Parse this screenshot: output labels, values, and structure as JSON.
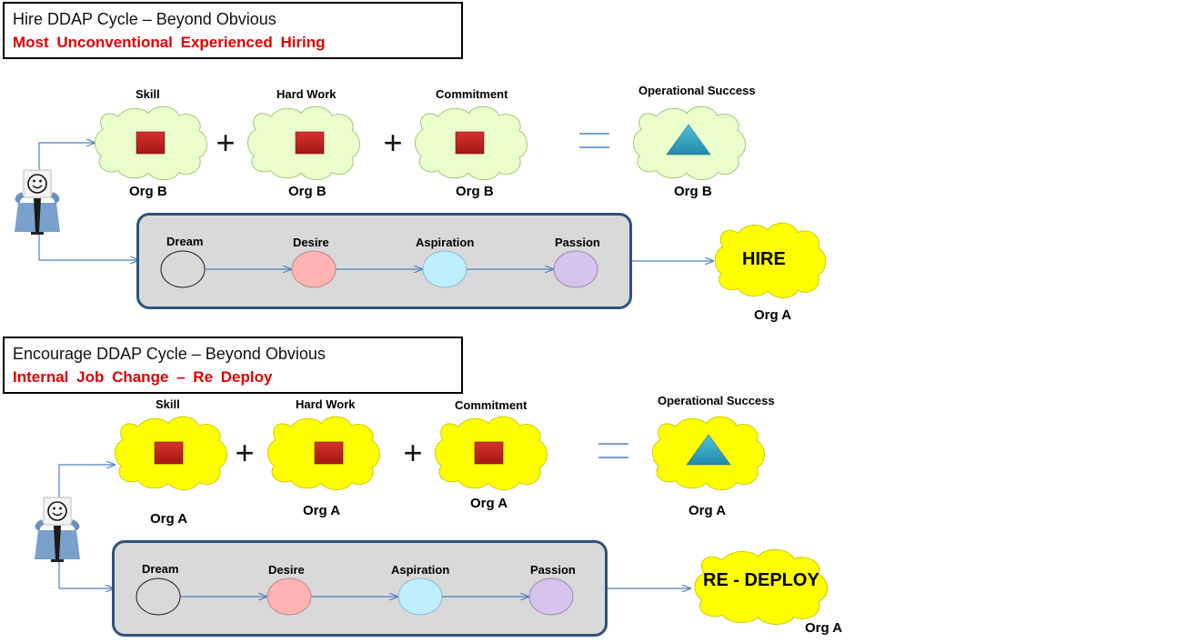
{
  "colors": {
    "cloud_green": "#eaffcc",
    "cloud_yellow": "#ffff00",
    "square_red": "#c0201e",
    "triangle_teal": "#31a3c1",
    "process_bg": "#d9d9d9",
    "process_border": "#2f527f",
    "arrow_blue": "#4f81bd",
    "subtitle_red": "#e00000",
    "circle_dream": "#d9d9d9",
    "circle_desire": "#ffb3b3",
    "circle_aspiration": "#bfefff",
    "circle_passion": "#d6c4ee"
  },
  "section1": {
    "title": "Hire DDAP Cycle – Beyond Obvious",
    "subtitle": "Most Unconventional  Experienced  Hiring",
    "clouds": [
      {
        "top_label": "Skill",
        "org": "Org B",
        "shape": "square-icon"
      },
      {
        "top_label": "Hard Work",
        "org": "Org B",
        "shape": "square-icon"
      },
      {
        "top_label": "Commitment",
        "org": "Org B",
        "shape": "square-icon"
      },
      {
        "top_label": "Operational Success",
        "org": "Org B",
        "shape": "triangle-icon"
      }
    ],
    "plus": "+",
    "equals": "=",
    "stages": [
      "Dream",
      "Desire",
      "Aspiration",
      "Passion"
    ],
    "outcome": "HIRE",
    "outcome_org": "Org A"
  },
  "section2": {
    "title": "Encourage DDAP Cycle – Beyond Obvious",
    "subtitle": "Internal Job Change – Re Deploy",
    "clouds": [
      {
        "top_label": "Skill",
        "org": "Org A",
        "shape": "square-icon"
      },
      {
        "top_label": "Hard Work",
        "org": "Org A",
        "shape": "square-icon"
      },
      {
        "top_label": "Commitment",
        "org": "Org A",
        "shape": "square-icon"
      },
      {
        "top_label": "Operational Success",
        "org": "Org A",
        "shape": "triangle-icon"
      }
    ],
    "plus": "+",
    "equals": "=",
    "stages": [
      "Dream",
      "Desire",
      "Aspiration",
      "Passion"
    ],
    "outcome": "RE - DEPLOY",
    "outcome_org": "Org A"
  }
}
